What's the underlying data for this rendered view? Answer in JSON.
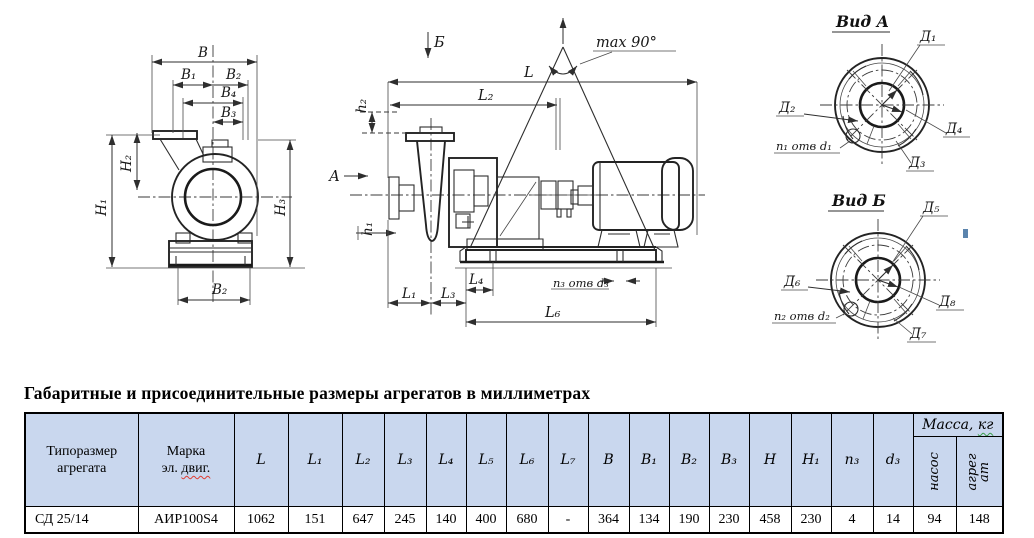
{
  "drawing": {
    "front_view": {
      "B": "В",
      "B1": "В₁",
      "B2": "В₂",
      "B4": "В₄",
      "B3": "В₃",
      "H1": "Н₁",
      "H2": "Н₂",
      "H3": "Н₃",
      "B2_base": "В₂"
    },
    "side_view": {
      "view_marker_b": "Б",
      "view_marker_a": "А",
      "max_angle": "max 90°",
      "L": "L",
      "L2": "L₂",
      "h1": "h₁",
      "h2": "h₂",
      "L1": "L₁",
      "L3": "L₃",
      "L4": "L₄",
      "L6": "L₆",
      "n3_holes": "n₃ отв d₃"
    },
    "view_a": {
      "title": "Вид А",
      "D1": "Д₁",
      "D2": "Д₂",
      "D3": "Д₃",
      "D4": "Д₄",
      "n1_holes": "n₁ отв d₁"
    },
    "view_b": {
      "title": "Вид Б",
      "D5": "Д₅",
      "D6": "Д₆",
      "D7": "Д₇",
      "D8": "Д₈",
      "n2_holes": "n₂ отв d₂"
    }
  },
  "section_title": "Габаритные и присоединительные размеры агрегатов в миллиметрах",
  "table": {
    "header_type": "Типоразмер агрегата",
    "header_motor": {
      "line1": "Марка",
      "line2_prefix": "эл. ",
      "line2_word": "двиг."
    },
    "dims": [
      "L",
      "L₁",
      "L₂",
      "L₃",
      "L₄",
      "L₅",
      "L₆",
      "L₇",
      "В",
      "В₁",
      "В₂",
      "В₃",
      "Н",
      "Н₁",
      "n₃",
      "d₃"
    ],
    "mass": {
      "title_prefix": "Масса, ",
      "title_unit": "кг",
      "sub_pump": "насос",
      "sub_unit": "агрегат"
    },
    "row": [
      "СД 25/14",
      "АИР100S4",
      "1062",
      "151",
      "647",
      "245",
      "140",
      "400",
      "680",
      "-",
      "364",
      "134",
      "190",
      "230",
      "458",
      "230",
      "4",
      "14",
      "94",
      "148"
    ]
  },
  "colors": {
    "table_header_bg": "#c9d7ee",
    "spellcheck_red": "#e03c31",
    "grammar_green": "#3a9e4c",
    "line_ink": "#2e2e2e",
    "artifact_blue": "#5b84ad"
  }
}
